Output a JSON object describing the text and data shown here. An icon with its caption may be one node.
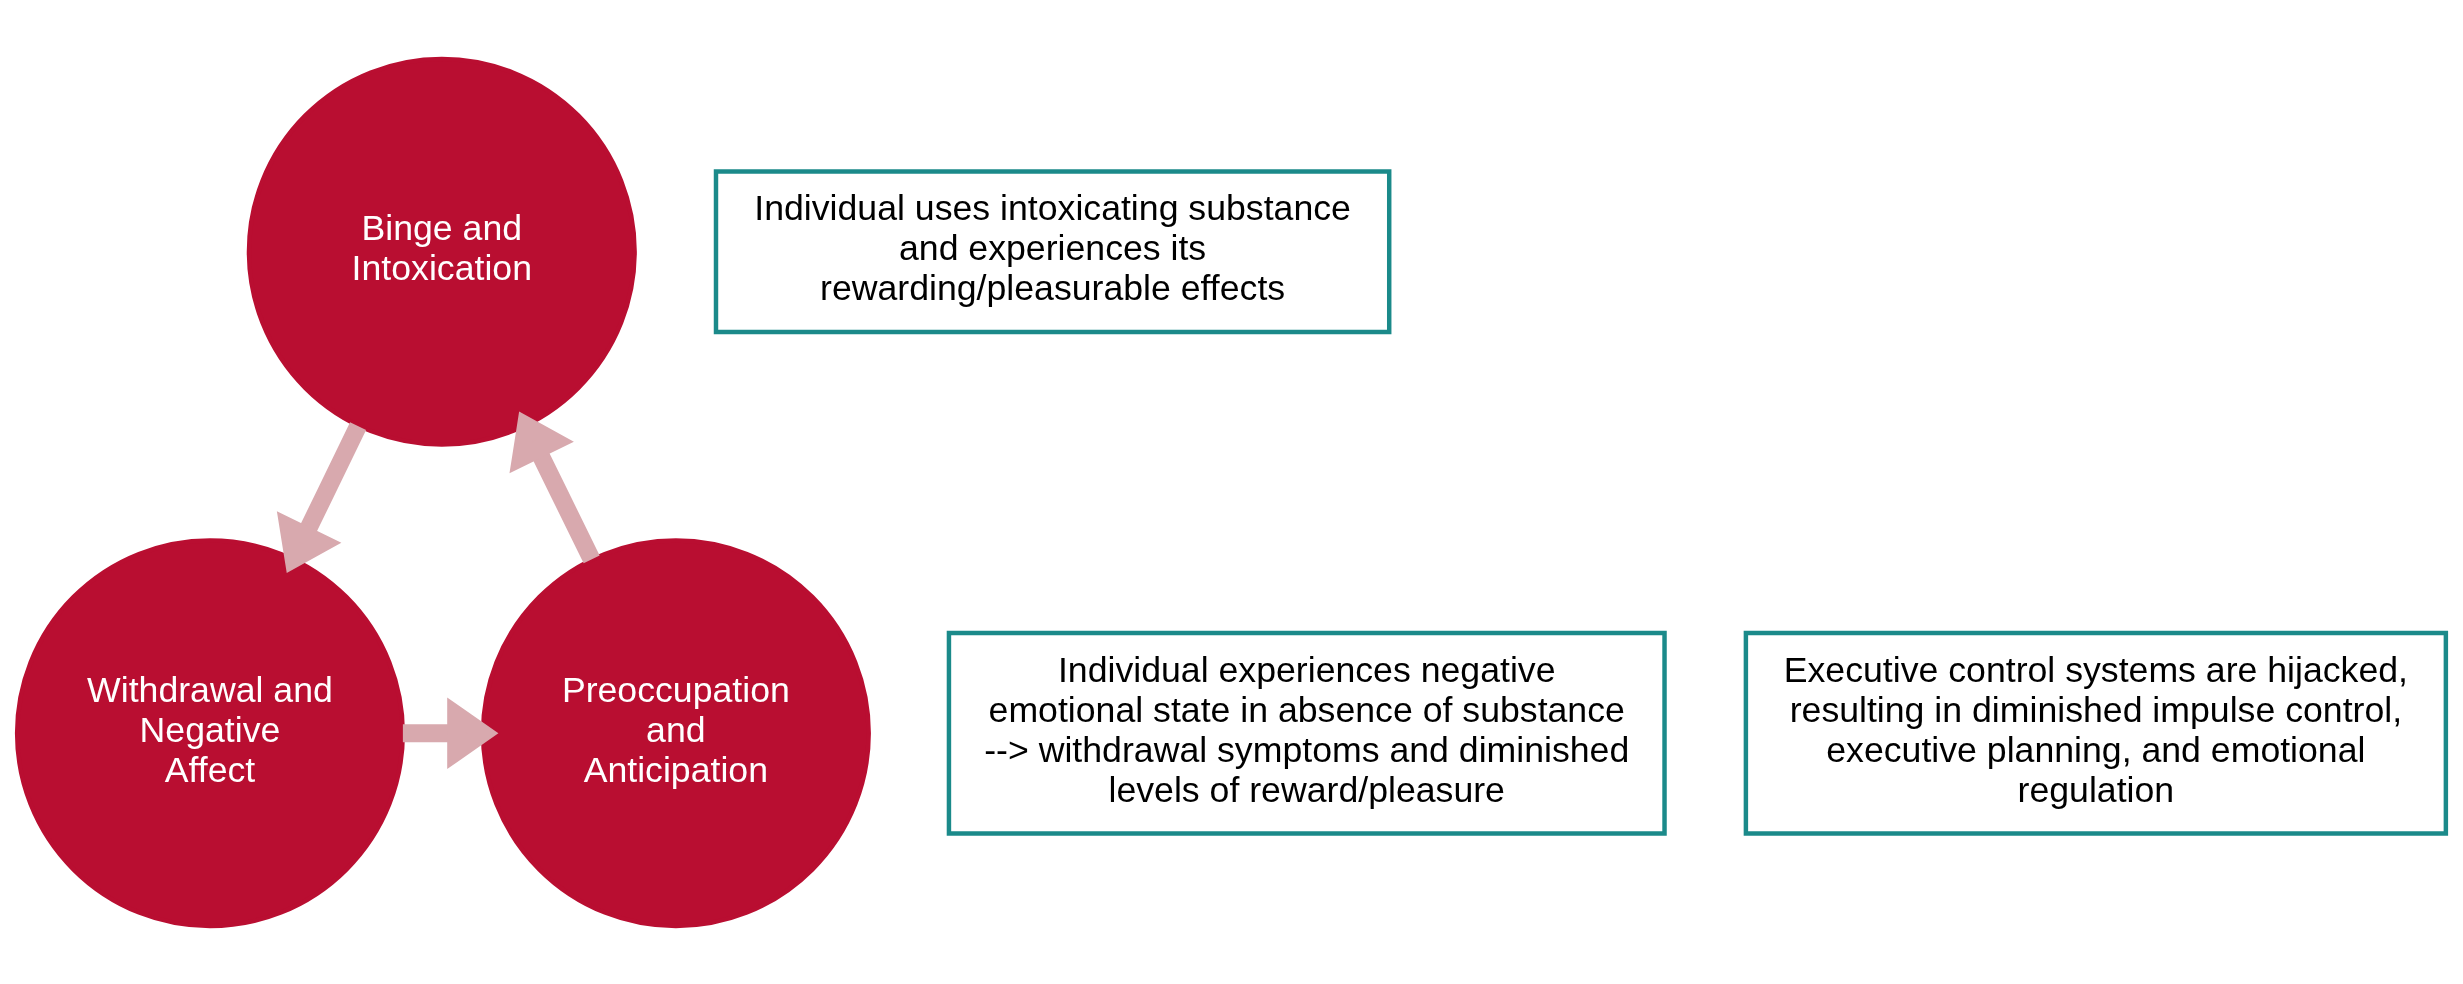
{
  "diagram": {
    "nodes": [
      {
        "text": [
          "Binge and Intoxication"
        ]
      },
      {
        "text": [
          "Withdrawal and Negative Affect"
        ]
      },
      {
        "text": [
          "Preoccupation and Anticipation"
        ]
      },
      {
        "text": [
          "Individual uses intoxicating substance and experiences its rewarding/pleasurable effects"
        ]
      },
      {
        "text": [
          "Individual experiences negative emotional state in absence of substance --> withdrawal symptoms and diminished levels of reward/pleasure"
        ]
      },
      {
        "text": [
          "Executive control systems are hijacked, resulting in diminished impulse control, executive planning, and emotional regulation"
        ]
      }
    ],
    "edges": [
      {
        "from": 0,
        "to": 1,
        "arrow": "to"
      },
      {
        "from": 1,
        "to": 2,
        "arrow": "to"
      },
      {
        "from": 2,
        "to": 0,
        "arrow": "to"
      }
    ]
  }
}
